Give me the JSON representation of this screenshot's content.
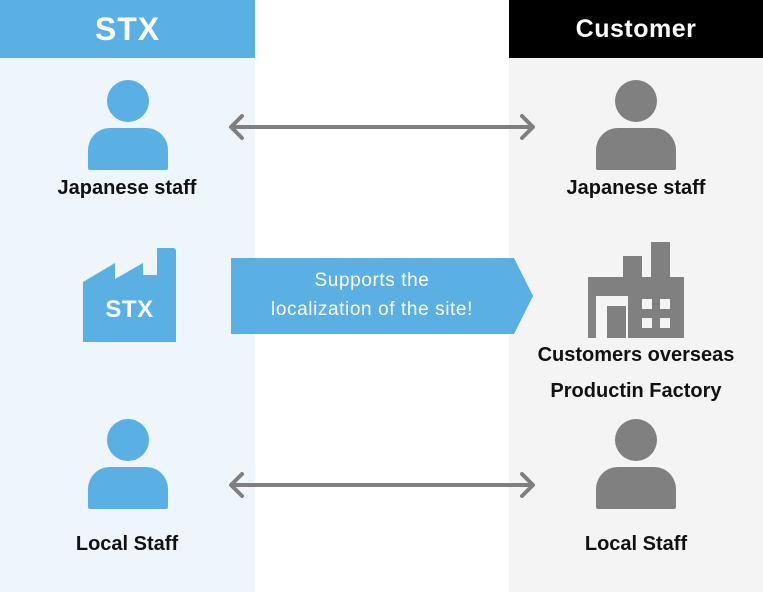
{
  "colors": {
    "stx_blue": "#5aafe3",
    "stx_bg": "#eef6fc",
    "customer_header": "#000000",
    "customer_gray": "#808080",
    "customer_bg": "#f4f4f4",
    "arrow_gray": "#7f7f7f"
  },
  "stx_column": {
    "header": "STX",
    "rows": [
      {
        "icon": "person-icon",
        "label": "Japanese staff"
      },
      {
        "icon": "factory-icon",
        "icon_text": "STX"
      },
      {
        "icon": "person-icon",
        "label": "Local Staff"
      }
    ]
  },
  "customer_column": {
    "header": "Customer",
    "rows": [
      {
        "icon": "person-icon",
        "label": "Japanese staff"
      },
      {
        "icon": "factory-icon",
        "label_line1": "Customers overseas",
        "label_line2": "Productin Factory"
      },
      {
        "icon": "person-icon",
        "label": "Local Staff"
      }
    ]
  },
  "connectors": [
    {
      "type": "bidirectional-arrow",
      "from": "STX Japanese staff",
      "to": "Customer Japanese staff"
    },
    {
      "type": "banner-arrow",
      "line1": "Supports the",
      "line2": "localization of the site!"
    },
    {
      "type": "bidirectional-arrow",
      "from": "STX Local Staff",
      "to": "Customer Local Staff"
    }
  ]
}
